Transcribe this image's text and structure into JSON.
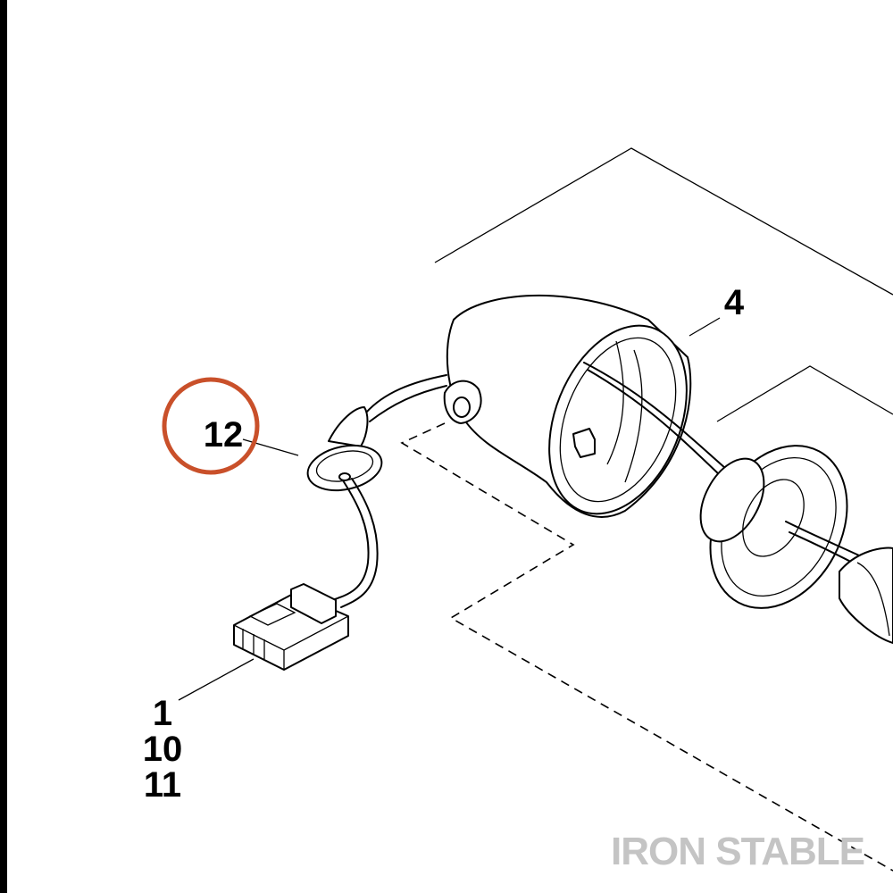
{
  "callouts": {
    "connector_a": "1",
    "connector_b": "10",
    "connector_c": "11",
    "housing": "4",
    "grommet": "12"
  },
  "watermark": "IRON STABLE",
  "colors": {
    "highlight": "#c9502a",
    "line": "#000000",
    "watermark": "#c4c4c4",
    "left_border": "#000000"
  }
}
